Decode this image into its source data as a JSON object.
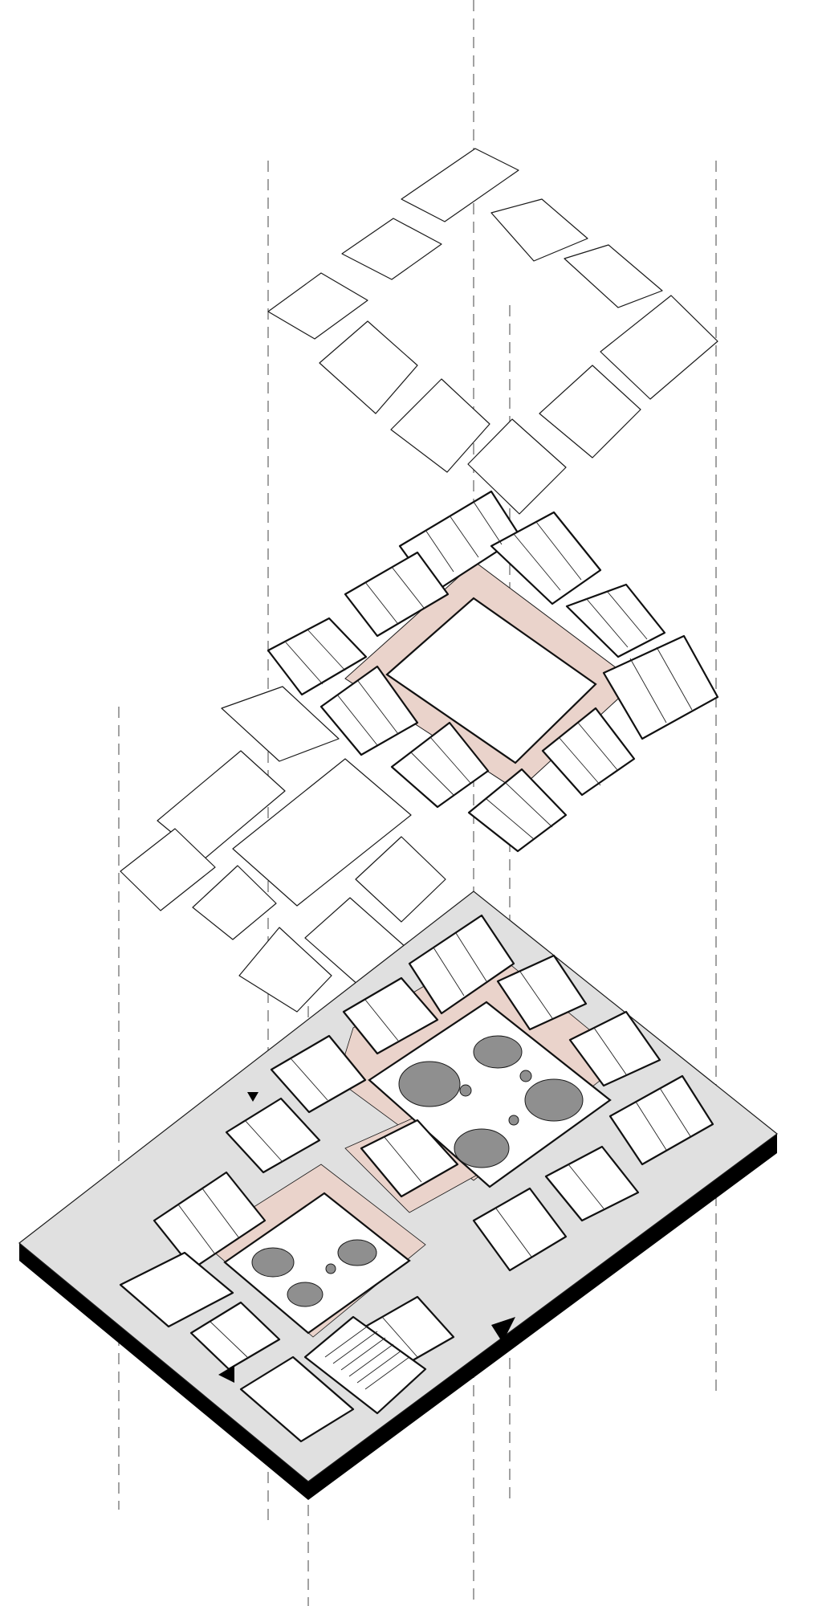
{
  "colors": {
    "background": "#ffffff",
    "line": "#1a1a1a",
    "circulation": "#ead3cb",
    "site_ground": "#e0e0e0",
    "plinth_edge": "#000000",
    "courtyard_disc": "#8f8f8f"
  },
  "layers": [
    {
      "name": "roof-panels"
    },
    {
      "name": "upper-floor-plan"
    },
    {
      "name": "lower-roof-panels"
    },
    {
      "name": "ground-floor-site-plan"
    }
  ],
  "markers": [
    {
      "icon": "north-arrow-icon"
    },
    {
      "icon": "entrance-arrow-icon"
    },
    {
      "icon": "direction-arrow-icon"
    }
  ]
}
